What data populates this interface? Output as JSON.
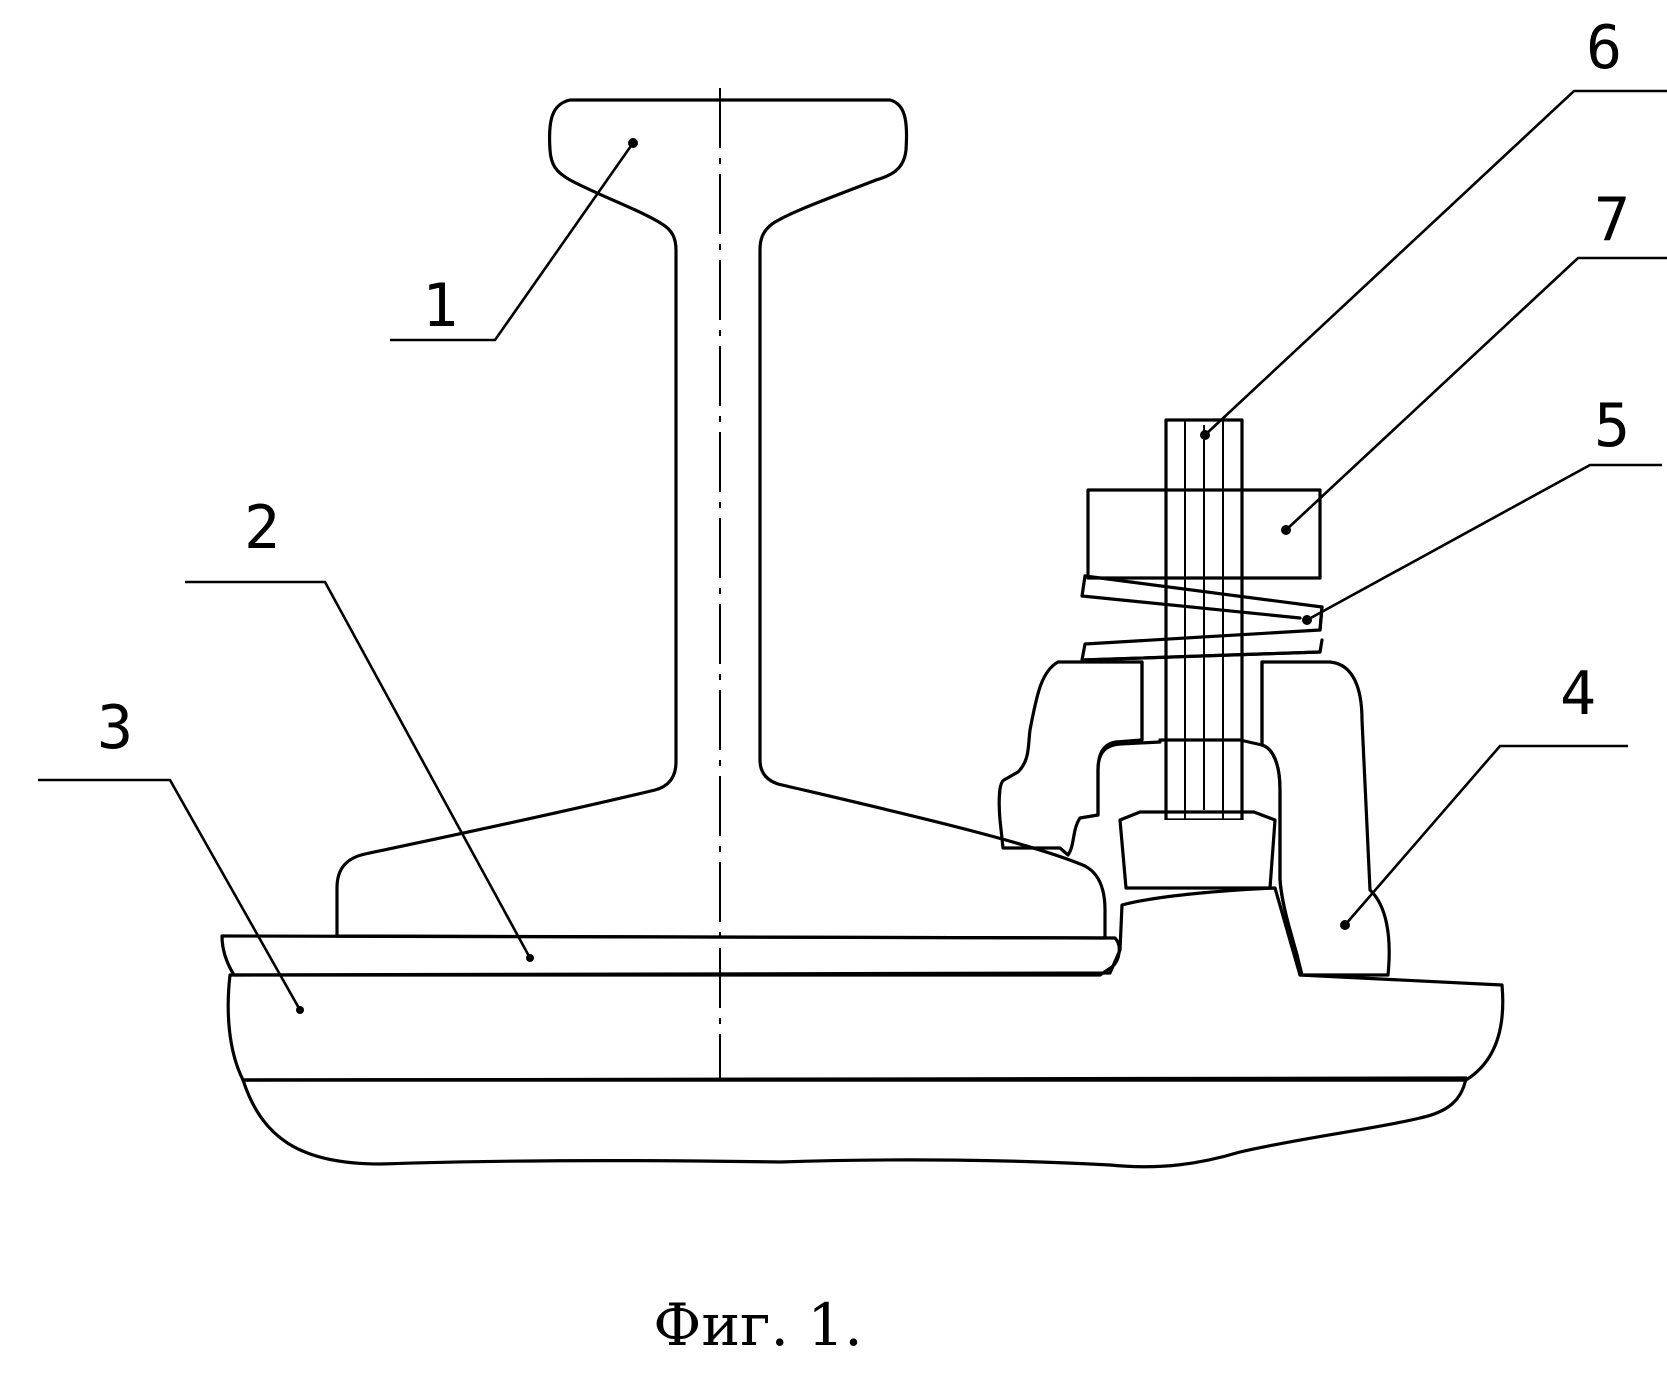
{
  "figure": {
    "caption": "Фиг. 1.",
    "callouts": [
      {
        "id": "part-1",
        "label": "1"
      },
      {
        "id": "part-2",
        "label": "2"
      },
      {
        "id": "part-3",
        "label": "3"
      },
      {
        "id": "part-4",
        "label": "4"
      },
      {
        "id": "part-5",
        "label": "5"
      },
      {
        "id": "part-6",
        "label": "6"
      },
      {
        "id": "part-7",
        "label": "7"
      }
    ]
  },
  "colors": {
    "ink": "#000000",
    "paper": "#ffffff"
  }
}
